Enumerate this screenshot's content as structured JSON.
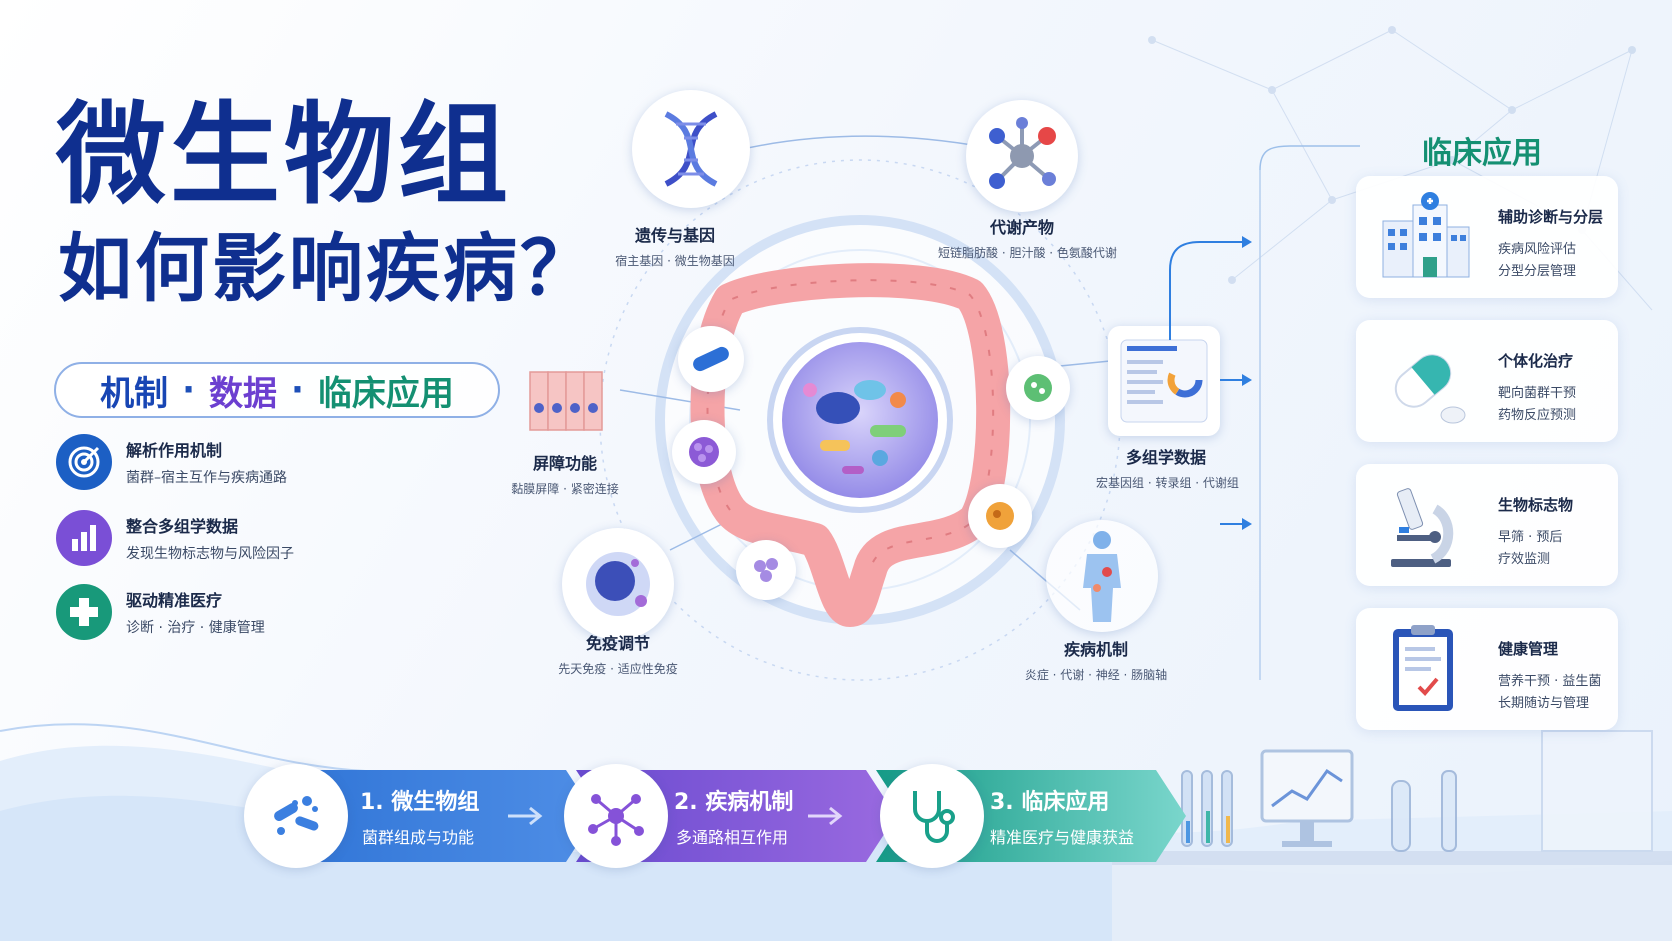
{
  "title": {
    "line1": "微生物组",
    "line2": "如何影响疾病？"
  },
  "tagline": {
    "part1": "机制",
    "part2": "数据",
    "part3": "临床应用",
    "separator": "·"
  },
  "features": [
    {
      "title": "解析作用机制",
      "subtitle": "菌群–宿主互作与疾病通路",
      "icon": "target-icon",
      "color": "#1c5fc4"
    },
    {
      "title": "整合多组学数据",
      "subtitle": "发现生物标志物与风险因子",
      "icon": "bar-chart-icon",
      "color": "#7a4fd6"
    },
    {
      "title": "驱动精准医疗",
      "subtitle": "诊断 · 治疗 · 健康管理",
      "icon": "plus-cross-icon",
      "color": "#18997a"
    }
  ],
  "center": {
    "genetics": {
      "title": "遗传与基因",
      "subtitle": "宿主基因 · 微生物基因"
    },
    "metabolites": {
      "title": "代谢产物",
      "subtitle": "短链脂肪酸 · 胆汁酸 · 色氨酸代谢"
    },
    "barrier": {
      "title": "屏障功能",
      "subtitle": "黏膜屏障 · 紧密连接"
    },
    "omics": {
      "title": "多组学数据",
      "subtitle": "宏基因组 · 转录组 · 代谢组"
    },
    "immune": {
      "title": "免疫调节",
      "subtitle": "先天免疫 · 适应性免疫"
    },
    "disease": {
      "title": "疾病机制",
      "subtitle": "炎症 · 代谢 · 神经 · 肠脑轴"
    }
  },
  "clinical": {
    "heading": "临床应用",
    "cards": [
      {
        "title": "辅助诊断与分层",
        "line1": "疾病风险评估",
        "line2": "分型分层管理",
        "icon": "hospital-icon"
      },
      {
        "title": "个体化治疗",
        "line1": "靶向菌群干预",
        "line2": "药物反应预测",
        "icon": "capsule-icon"
      },
      {
        "title": "生物标志物",
        "line1": "早筛 · 预后",
        "line2": "疗效监测",
        "icon": "microscope-icon"
      },
      {
        "title": "健康管理",
        "line1": "营养干预 · 益生菌",
        "line2": "长期随访与管理",
        "icon": "clipboard-icon"
      }
    ]
  },
  "flow": [
    {
      "title": "1. 微生物组",
      "subtitle": "菌群组成与功能",
      "icon": "bacteria-icon",
      "color": "#2f74d6"
    },
    {
      "title": "2. 疾病机制",
      "subtitle": "多通路相互作用",
      "icon": "network-icon",
      "color": "#8552d8"
    },
    {
      "title": "3. 临床应用",
      "subtitle": "精准医疗与健康获益",
      "icon": "stethoscope-icon",
      "color": "#19a08a"
    }
  ]
}
